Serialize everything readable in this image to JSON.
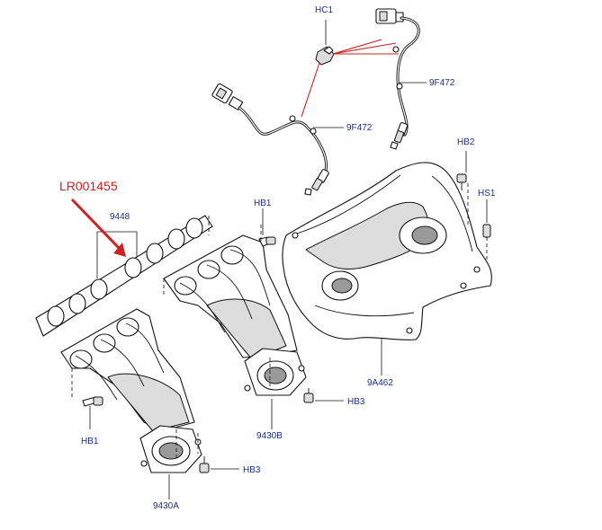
{
  "labels": {
    "hc1": "HC1",
    "sensor_9f472_top": "9F472",
    "sensor_9f472_left": "9F472",
    "hb2": "HB2",
    "hs1": "HS1",
    "lr001455": "LR001455",
    "gasket_9448": "9448",
    "hb1_top": "HB1",
    "hb1_bottom": "HB1",
    "heat_shield_9a462": "9A462",
    "hb3_right": "HB3",
    "hb3_bottom": "HB3",
    "manifold_9430b": "9430B",
    "manifold_9430a": "9430A"
  },
  "colors": {
    "label_blue": "#1a2f8a",
    "highlight_red": "#cc2222",
    "line_black": "#111111"
  }
}
